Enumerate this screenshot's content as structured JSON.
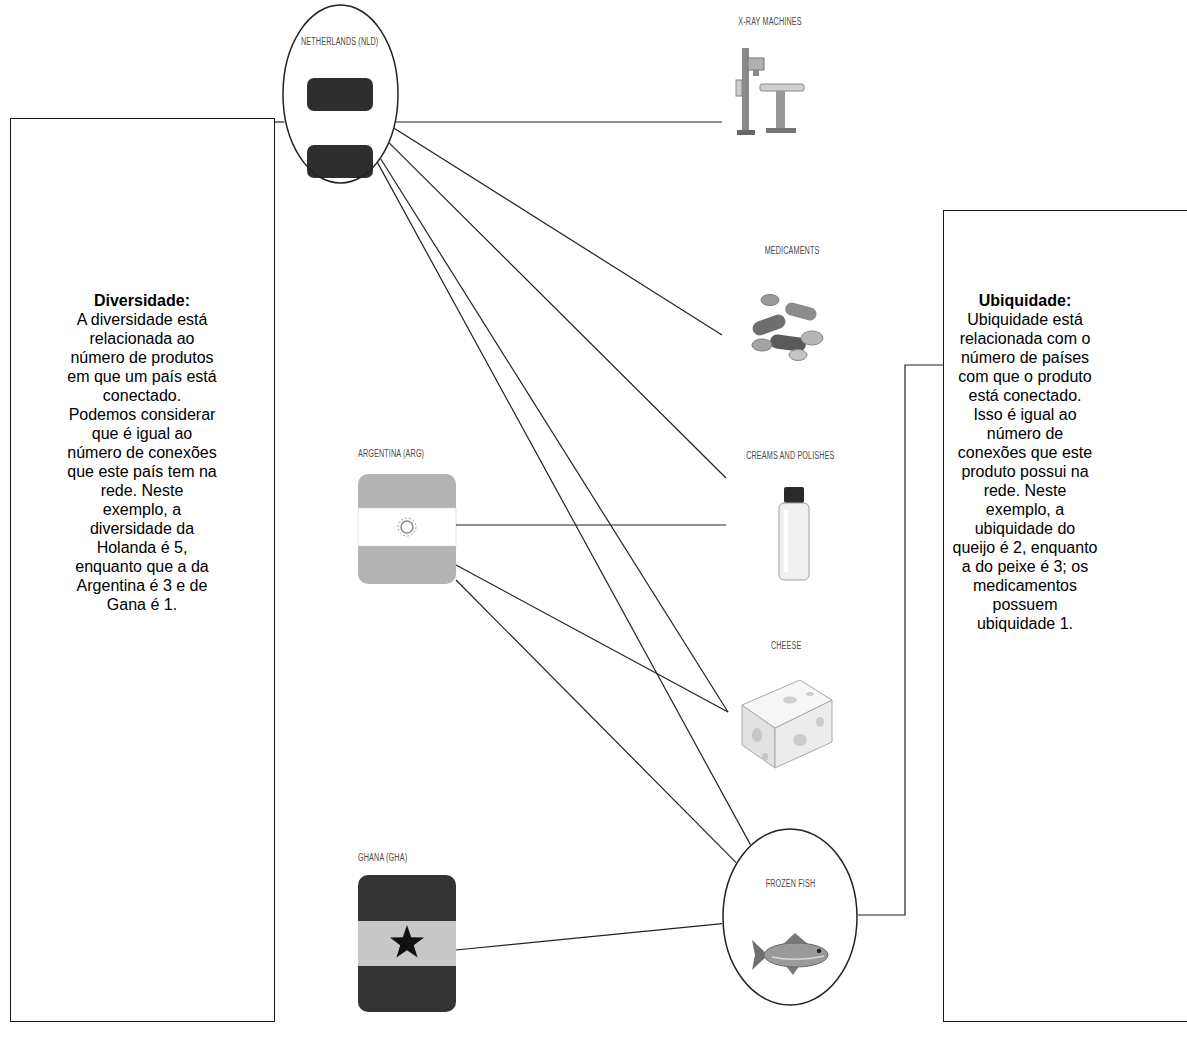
{
  "diagram": {
    "nodes": [
      {
        "text": [
          "Diversidade:",
          "A diversidade está relacionada ao número de produtos em que um país está conectado. Podemos considerar que é igual ao número de conexões que este país tem na rede. Neste exemplo, a diversidade da Holanda é 5, enquanto que a da Argentina é 3 e de Gana é 1."
        ]
      },
      {
        "text": [
          "NETHERLANDS (NLD)"
        ]
      },
      {
        "text": [
          "X-RAY MACHINES"
        ]
      },
      {
        "text": [
          "MEDICAMENTS"
        ]
      },
      {
        "text": [
          "Ubiquidade:",
          "Ubiquidade está relacionada com o número de países com que o produto está conectado. Isso é igual ao número de conexões que este produto possui na rede. Neste exemplo, a ubiquidade do queijo é 2, enquanto a do peixe é 3; os medicamentos possuem ubiquidade 1."
        ]
      },
      {
        "text": [
          "ARGENTINA (ARG)"
        ]
      },
      {
        "text": [
          "CREAMS AND POLISHES"
        ]
      },
      {
        "text": [
          "CHEESE"
        ]
      },
      {
        "text": [
          "GHANA (GHA)"
        ]
      },
      {
        "text": [
          "FROZEN FISH"
        ]
      }
    ],
    "edges": [
      {
        "from": 0,
        "to": 1,
        "arrow": "none"
      },
      {
        "from": 1,
        "to": 2,
        "arrow": "none"
      },
      {
        "from": 1,
        "to": 3,
        "arrow": "none"
      },
      {
        "from": 1,
        "to": 6,
        "arrow": "none"
      },
      {
        "from": 1,
        "to": 7,
        "arrow": "none"
      },
      {
        "from": 1,
        "to": 9,
        "arrow": "none"
      },
      {
        "from": 5,
        "to": 6,
        "arrow": "none"
      },
      {
        "from": 5,
        "to": 7,
        "arrow": "none"
      },
      {
        "from": 5,
        "to": 9,
        "arrow": "none"
      },
      {
        "from": 8,
        "to": 9,
        "arrow": "none"
      },
      {
        "from": 9,
        "to": 4,
        "arrow": "none"
      }
    ]
  }
}
